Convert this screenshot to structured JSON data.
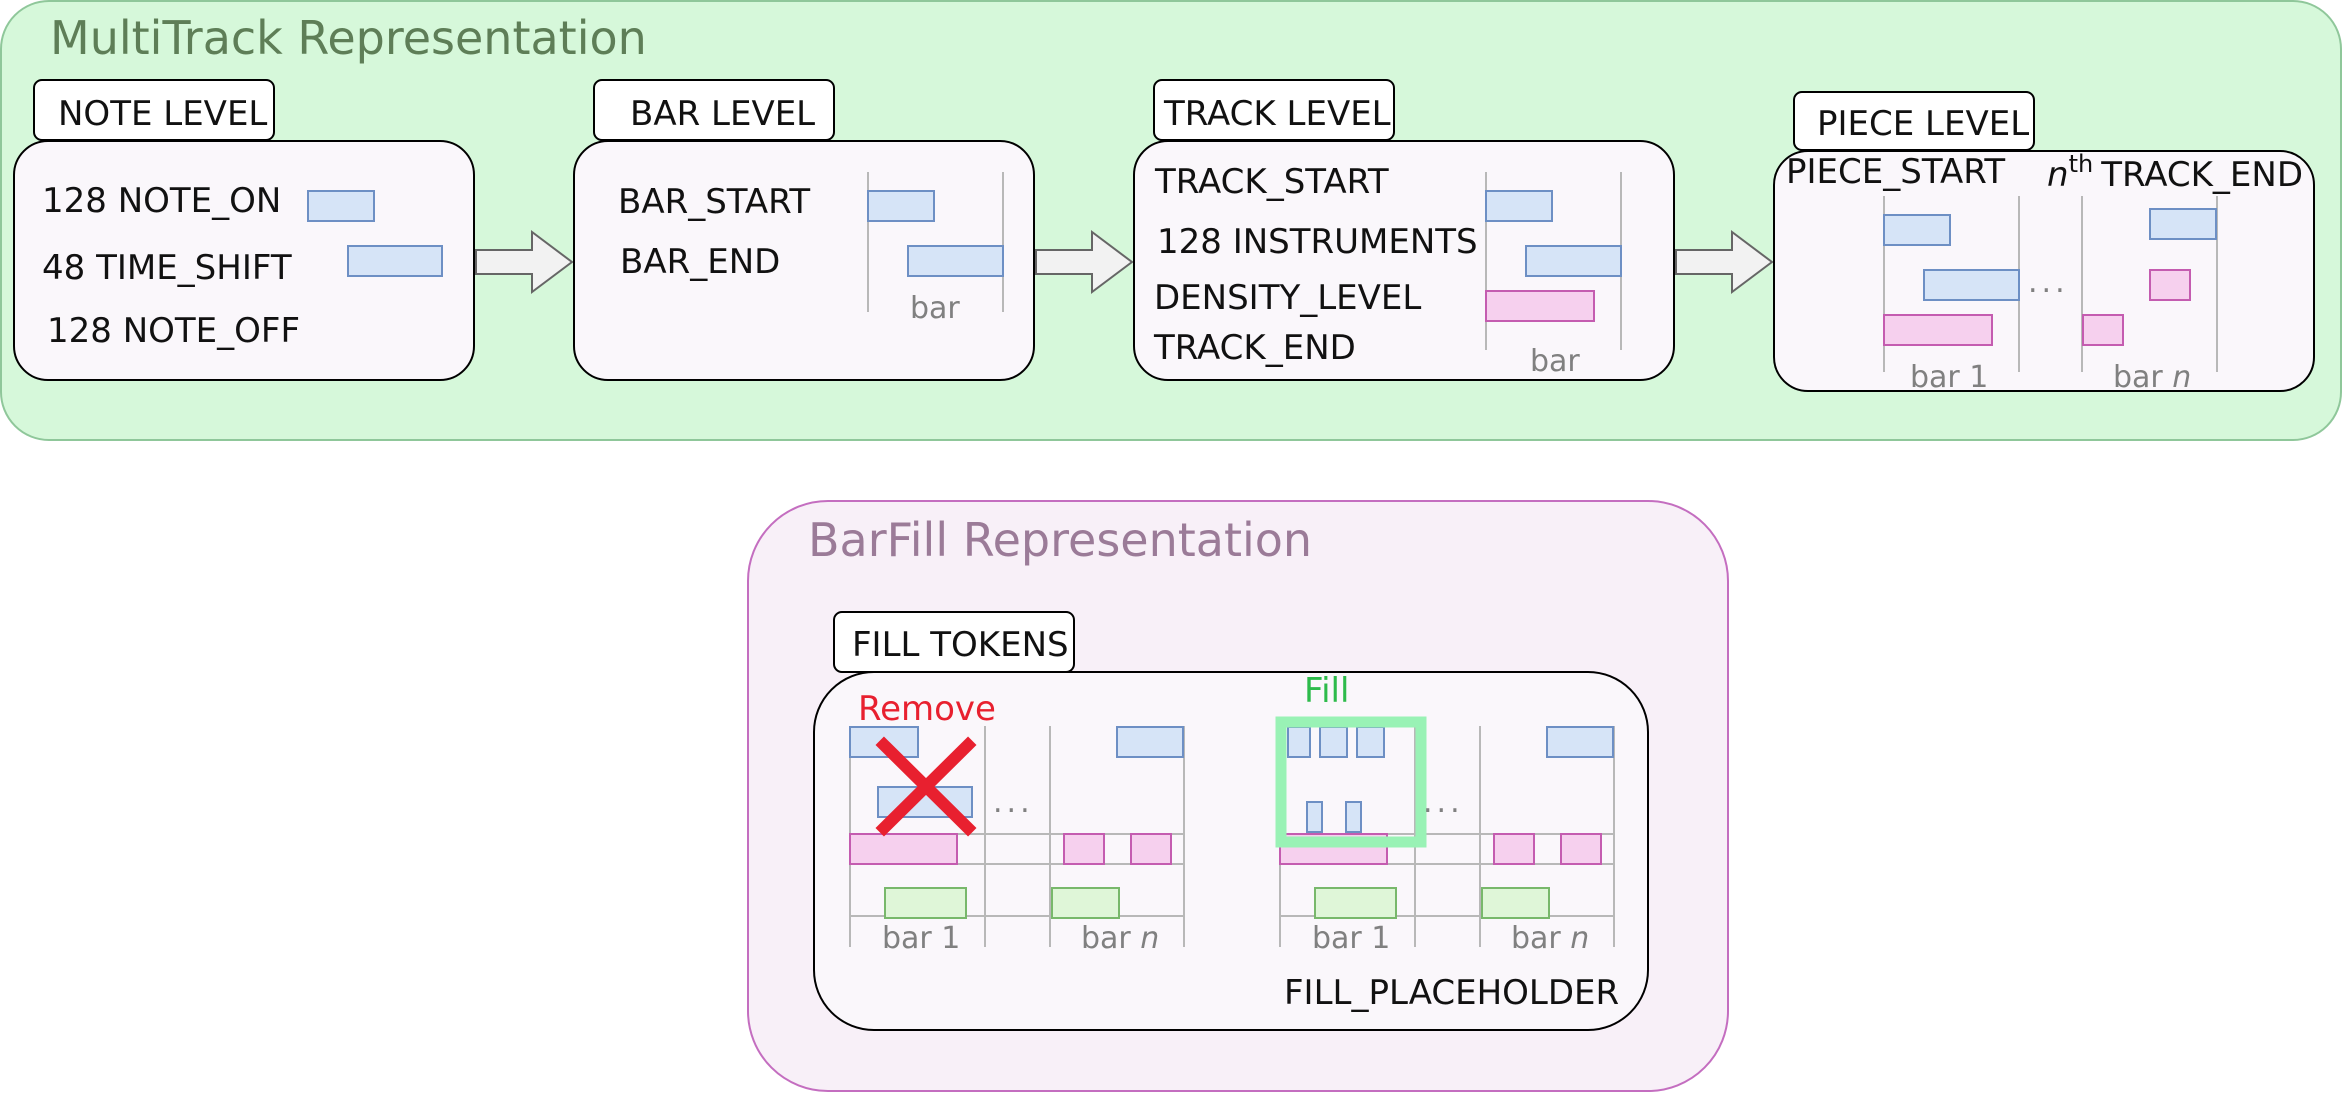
{
  "multitrack": {
    "title": "MultiTrack Representation",
    "note_level": {
      "header": "NOTE LEVEL",
      "tokens": [
        "128 NOTE_ON",
        "48 TIME_SHIFT",
        "128 NOTE_OFF"
      ]
    },
    "bar_level": {
      "header": "BAR LEVEL",
      "tokens": [
        "BAR_START",
        "BAR_END"
      ],
      "bar_label": "bar"
    },
    "track_level": {
      "header": "TRACK LEVEL",
      "tokens": [
        "TRACK_START",
        "128 INSTRUMENTS",
        "DENSITY_LEVEL",
        "TRACK_END"
      ],
      "bar_label": "bar"
    },
    "piece_level": {
      "header": "PIECE LEVEL",
      "start_token": "PIECE_START",
      "nth_n": "n",
      "nth_sup": "th",
      "end_token": "TRACK_END",
      "bar1_label": "bar 1",
      "barn_prefix": "bar ",
      "barn_n": "n",
      "dots": "..."
    }
  },
  "barfill": {
    "title": "BarFill Representation",
    "header": "FILL TOKENS",
    "remove_label": "Remove",
    "fill_label": "Fill",
    "placeholder_token": "FILL_PLACEHOLDER",
    "bar1_label": "bar 1",
    "barn_prefix": "bar ",
    "barn_n": "n",
    "dots": "..."
  },
  "colors": {
    "multitrack_bg": "#d6f8da",
    "multitrack_border": "#8fc79a",
    "multitrack_title": "#5e7e57",
    "barfill_bg": "#f8f0f8",
    "barfill_border": "#c46ec0",
    "barfill_title": "#9b7b98",
    "remove": "#e8202f",
    "fill": "#2dbb4b",
    "fill_box": "#99f2b5"
  }
}
